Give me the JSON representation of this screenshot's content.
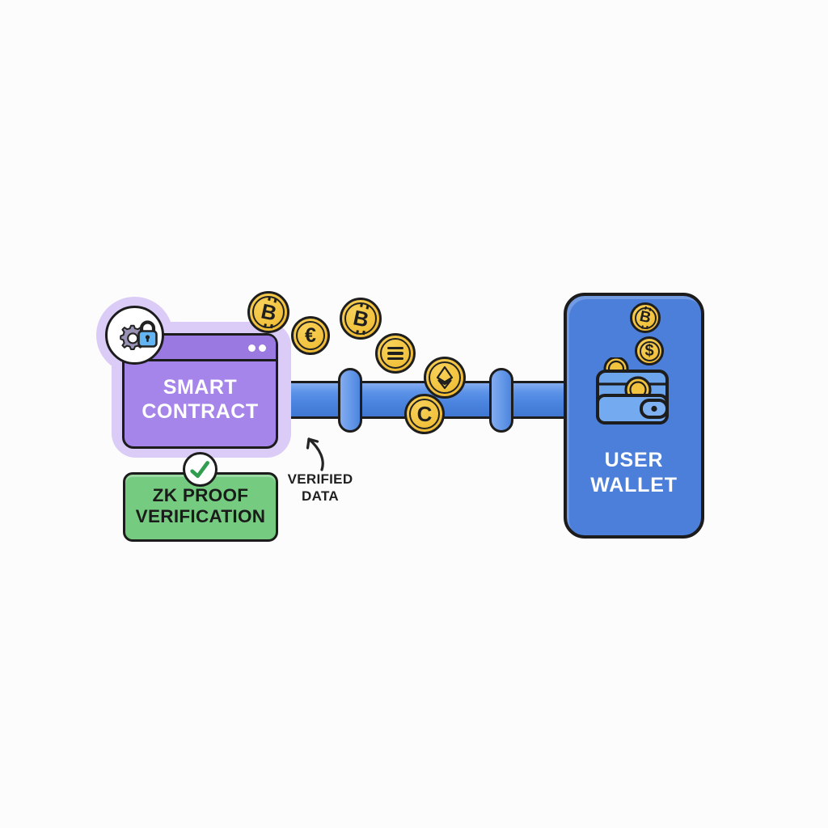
{
  "diagram": {
    "title": "zk-proof verified data flow from smart contract to user wallet",
    "smart_contract": {
      "label": "SMART CONTRACT",
      "window_dots": 2
    },
    "zk_verification": {
      "label": "ZK PROOF VERIFICATION"
    },
    "verified_data": {
      "label": "VERIFIED DATA"
    },
    "user_wallet": {
      "label": "USER WALLET"
    },
    "pipe": {
      "joints": 2
    }
  },
  "coins_stream": [
    {
      "name": "bitcoin",
      "symbol": "₿",
      "display": "B"
    },
    {
      "name": "euro",
      "symbol": "€",
      "display": "€"
    },
    {
      "name": "bitcoin",
      "symbol": "₿",
      "display": "B"
    },
    {
      "name": "triple-bar",
      "symbol": "≡",
      "display": ""
    },
    {
      "name": "ethereum",
      "symbol": "Ξ",
      "display": ""
    },
    {
      "name": "c-coin",
      "symbol": "C",
      "display": "C"
    }
  ],
  "wallet_coins": [
    {
      "name": "bitcoin",
      "symbol": "₿",
      "display": "B"
    },
    {
      "name": "dollar",
      "symbol": "$",
      "display": "$"
    }
  ],
  "colors": {
    "background": "#fcfcfd",
    "purple_glow": "#dbccf7",
    "purple_titlebar": "#9a79e1",
    "purple_body": "#a585ea",
    "green_box": "#75cc80",
    "green_check": "#2f9e50",
    "wallet_blue": "#4b7fda",
    "wallet_icon_blue": "#6ca5ec",
    "pipe_blue": "#4c86e0",
    "coin_gold": "#f2c33f",
    "lock_blue": "#62b5f2",
    "outline": "#1d1d1d",
    "text_dark": "#1b1b1b",
    "text_light": "#ffffff"
  }
}
